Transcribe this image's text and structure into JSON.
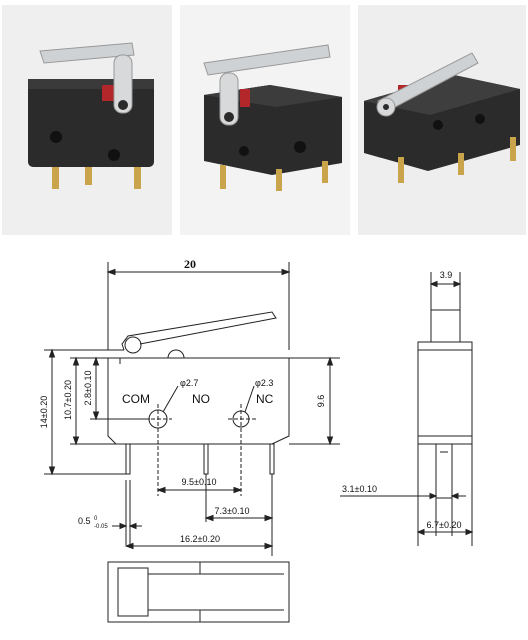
{
  "photos": [
    {
      "name": "photo-side-view",
      "bg": "#efefef"
    },
    {
      "name": "photo-angled-view",
      "bg": "#f3f3f3"
    },
    {
      "name": "photo-tilted-view",
      "bg": "#eeeeee"
    }
  ],
  "colors": {
    "body": "#2b2b2b",
    "lever": "#cfd2d4",
    "actuator": "#b3262a",
    "terminal": "#c9a44a",
    "line": "#222222"
  },
  "drawing": {
    "width_top": "20",
    "height_total": "14±0.20",
    "height_body": "10.7±0.20",
    "height_hole": "2.8±0.10",
    "height_right": "9.6",
    "hole_left_dia": "φ2.7",
    "hole_right_dia": "φ2.3",
    "label_com": "COM",
    "label_no": "NO",
    "label_nc": "NC",
    "pitch_com_no": "9.5±0.10",
    "pitch_no_nc": "7.3±0.10",
    "terminal_thickness": "0.5",
    "terminal_tol": "-0.05",
    "length_pins": "16.2±0.20",
    "side_width_top": "3.9",
    "side_term": "3.1±0.10",
    "side_width_bottom": "6.7±0.20"
  }
}
